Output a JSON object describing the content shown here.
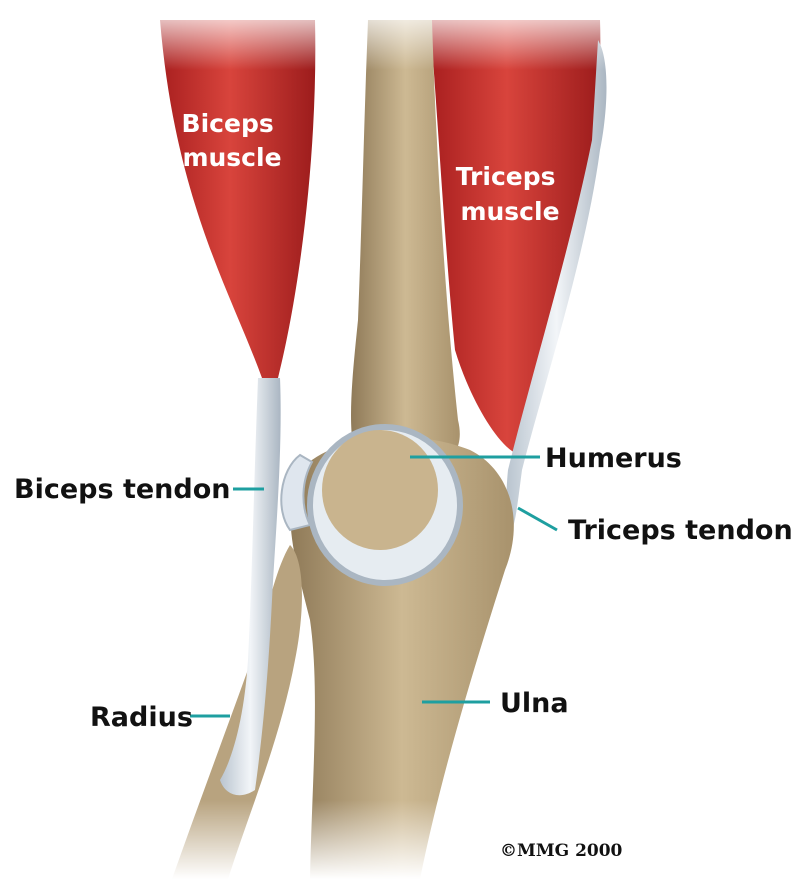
{
  "labels": {
    "biceps_muscle": [
      "Biceps",
      "muscle"
    ],
    "triceps_muscle": [
      "Triceps",
      "muscle"
    ],
    "humerus": "Humerus",
    "biceps_tendon": "Biceps tendon",
    "triceps_tendon": "Triceps tendon",
    "radius": "Radius",
    "ulna": "Ulna"
  },
  "copyright": "©MMG 2000",
  "colors": {
    "muscle": "#c8322f",
    "bone": "#c9b48e",
    "tendon": "#dfe6ee",
    "leader": "#1e9fa0"
  }
}
